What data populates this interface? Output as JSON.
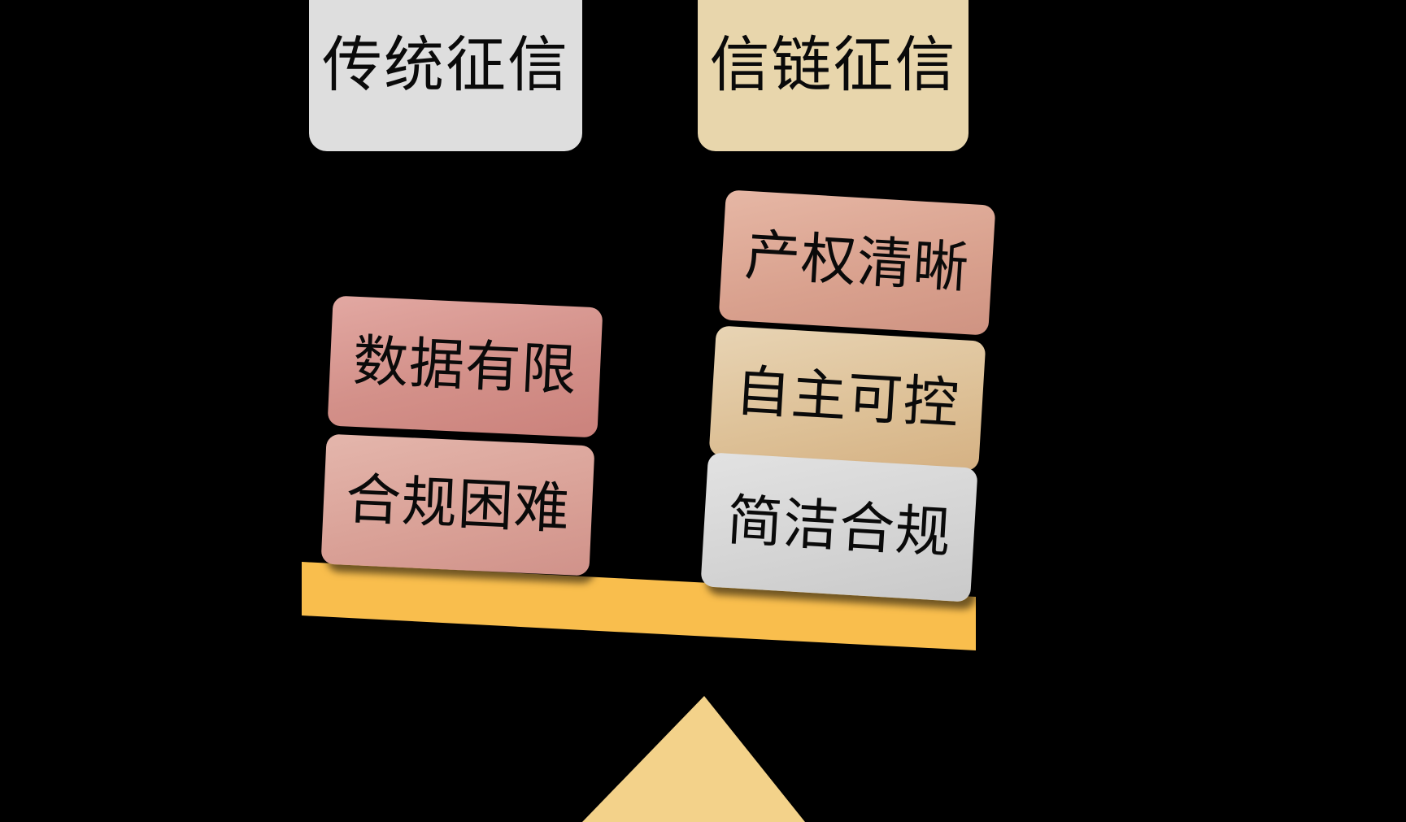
{
  "diagram": {
    "title_left": "传统征信",
    "title_right": "信链征信",
    "background_color": "#000000",
    "beam_color": "#F9BE4D",
    "fulcrum_color": "#F3D28A"
  },
  "headers": [
    {
      "label": "传统征信",
      "side": "left",
      "color": "#DEDEDE"
    },
    {
      "label": "信链征信",
      "side": "right",
      "color": "#E8D6AC"
    }
  ],
  "left_side": {
    "heading": "传统征信",
    "cards": [
      {
        "label": "数据有限",
        "color": "#D39089"
      },
      {
        "label": "合规困难",
        "color": "#D9A096"
      }
    ]
  },
  "right_side": {
    "heading": "信链征信",
    "cards": [
      {
        "label": "产权清晰",
        "color": "#D9A18E"
      },
      {
        "label": "自主可控",
        "color": "#DDC096"
      },
      {
        "label": "简洁合规",
        "color": "#D4D4D4"
      }
    ]
  },
  "balance": {
    "beam_label": "balance-beam",
    "fulcrum_label": "fulcrum",
    "tilt": "right-side-down"
  }
}
